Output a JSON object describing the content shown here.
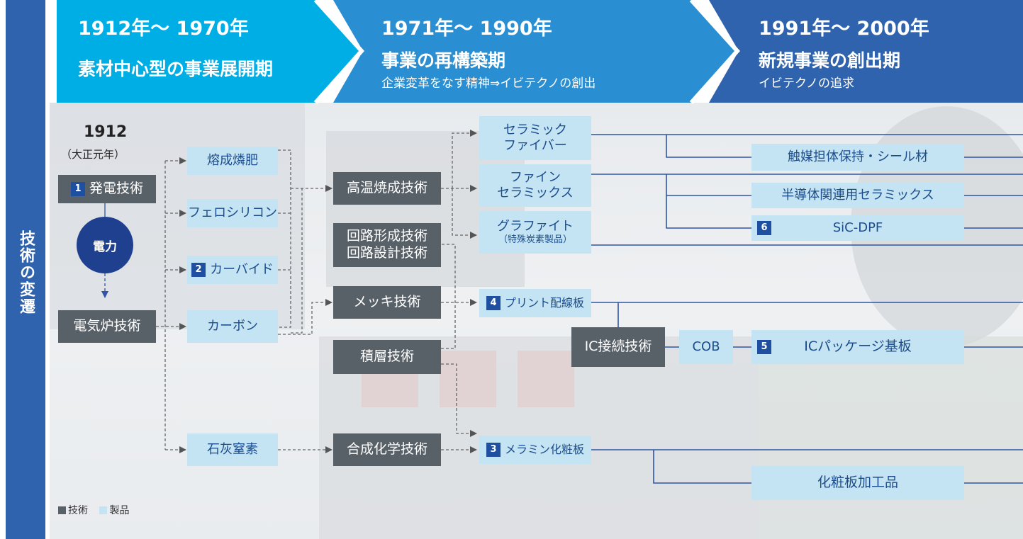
{
  "sidebar": {
    "label": "技術の変遷"
  },
  "periods": [
    {
      "years": "1912年〜 1970年",
      "title": "素材中心型の事業展開期",
      "subtitle": ""
    },
    {
      "years": "1971年〜 1990年",
      "title": "事業の再構築期",
      "subtitle": "企業変革をなす精神⇒イビテクノの創出"
    },
    {
      "years": "1991年〜 2000年",
      "title": "新規事業の創出期",
      "subtitle": "イビテクノの追求"
    }
  ],
  "start": {
    "year": "1912",
    "era": "（大正元年）"
  },
  "nodes": {
    "power_gen": {
      "num": "1",
      "label": "発電技術"
    },
    "electric": "電力",
    "furnace": "電気炉技術",
    "fused_phosphate": "熔成燐肥",
    "ferrosilicon": "フェロシリコン",
    "carbide": {
      "num": "2",
      "label": "カーバイド"
    },
    "carbon": "カーボン",
    "lime_nitrogen": "石灰窒素",
    "high_temp": "高温焼成技術",
    "circuit": [
      "回路形成技術",
      "回路設計技術"
    ],
    "plating": "メッキ技術",
    "lamination": "積層技術",
    "synthetic": "合成化学技術",
    "ceramic_fiber": [
      "セラミック",
      "ファイバー"
    ],
    "fine_ceramics": [
      "ファイン",
      "セラミックス"
    ],
    "graphite": [
      "グラファイト",
      "（特殊炭素製品）"
    ],
    "pcb": {
      "num": "4",
      "label": "プリント配線板"
    },
    "melamine": {
      "num": "3",
      "label": "メラミン化粧板"
    },
    "ic_connect": "IC接続技術",
    "cob": "COB",
    "catalyst": "触媒担体保持・シール材",
    "semiconductor": "半導体関連用セラミックス",
    "sic_dpf": {
      "num": "6",
      "label": "SiC-DPF"
    },
    "ic_package": {
      "num": "5",
      "label": "ICパッケージ基板"
    },
    "decor_products": "化粧板加工品"
  },
  "legend": {
    "tech": "技術",
    "product": "製品"
  },
  "colors": {
    "tech_box": "#596168",
    "product_box": "#c5e4f3",
    "product_text": "#1b4d8c",
    "accent_blue": "#1e4fa0",
    "banner1": "#00aee6",
    "banner2": "#2a8fd2",
    "banner3": "#2f63ad"
  }
}
